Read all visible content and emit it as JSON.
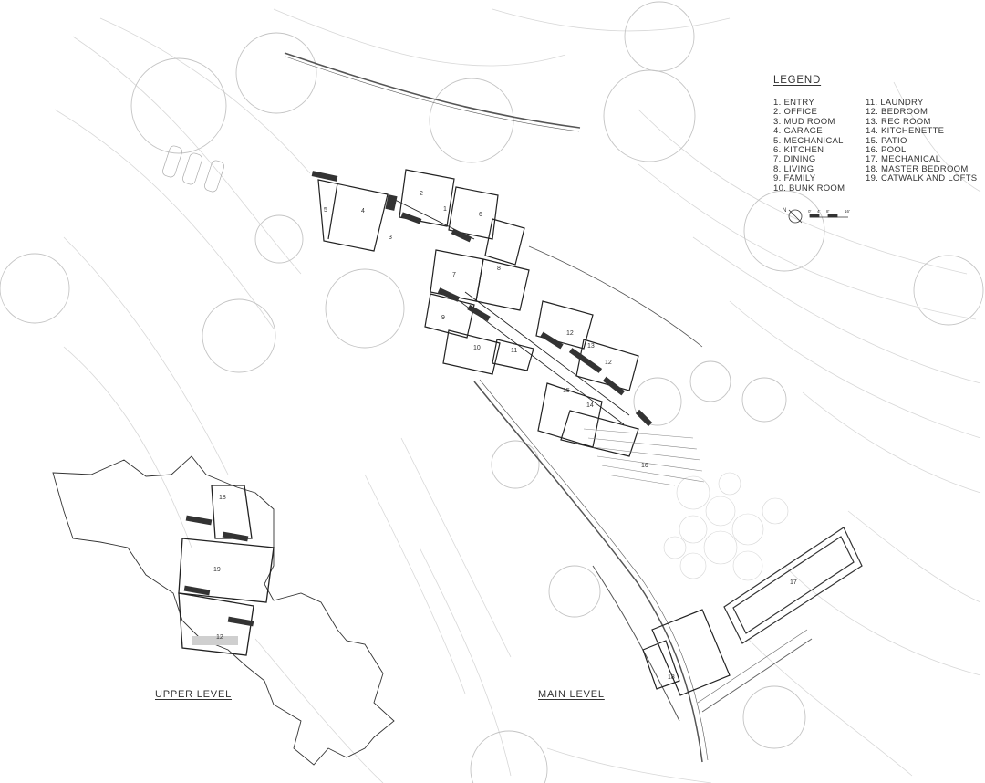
{
  "legend": {
    "title": "LEGEND",
    "col1": [
      "1. ENTRY",
      "2. OFFICE",
      "3. MUD ROOM",
      "4. GARAGE",
      "5. MECHANICAL",
      "6. KITCHEN",
      "7. DINING",
      "8. LIVING",
      "9. FAMILY",
      "10. BUNK ROOM"
    ],
    "col2": [
      "11. LAUNDRY",
      "12. BEDROOM",
      "13. REC ROOM",
      "14. KITCHENETTE",
      "15. PATIO",
      "16. POOL",
      "17. MECHANICAL",
      "18. MASTER BEDROOM",
      "19. CATWALK AND LOFTS"
    ]
  },
  "north_arrow": {
    "letter": "N",
    "scale_labels": [
      "0'",
      "4'",
      "8'",
      "16'"
    ]
  },
  "levels": {
    "upper": "UPPER LEVEL",
    "main": "MAIN LEVEL"
  },
  "room_numbers": {
    "r5": "5",
    "r4": "4",
    "r3": "3",
    "r2": "2",
    "r1": "1",
    "r6": "6",
    "r7": "7",
    "r8": "8",
    "r9": "9",
    "r10": "10",
    "r11": "11",
    "r12a": "12",
    "r12b": "12",
    "r13": "13",
    "r15": "15",
    "r14": "14",
    "r16": "16",
    "r17": "17",
    "r18": "18",
    "u18": "18",
    "u19": "19",
    "u12": "12"
  }
}
